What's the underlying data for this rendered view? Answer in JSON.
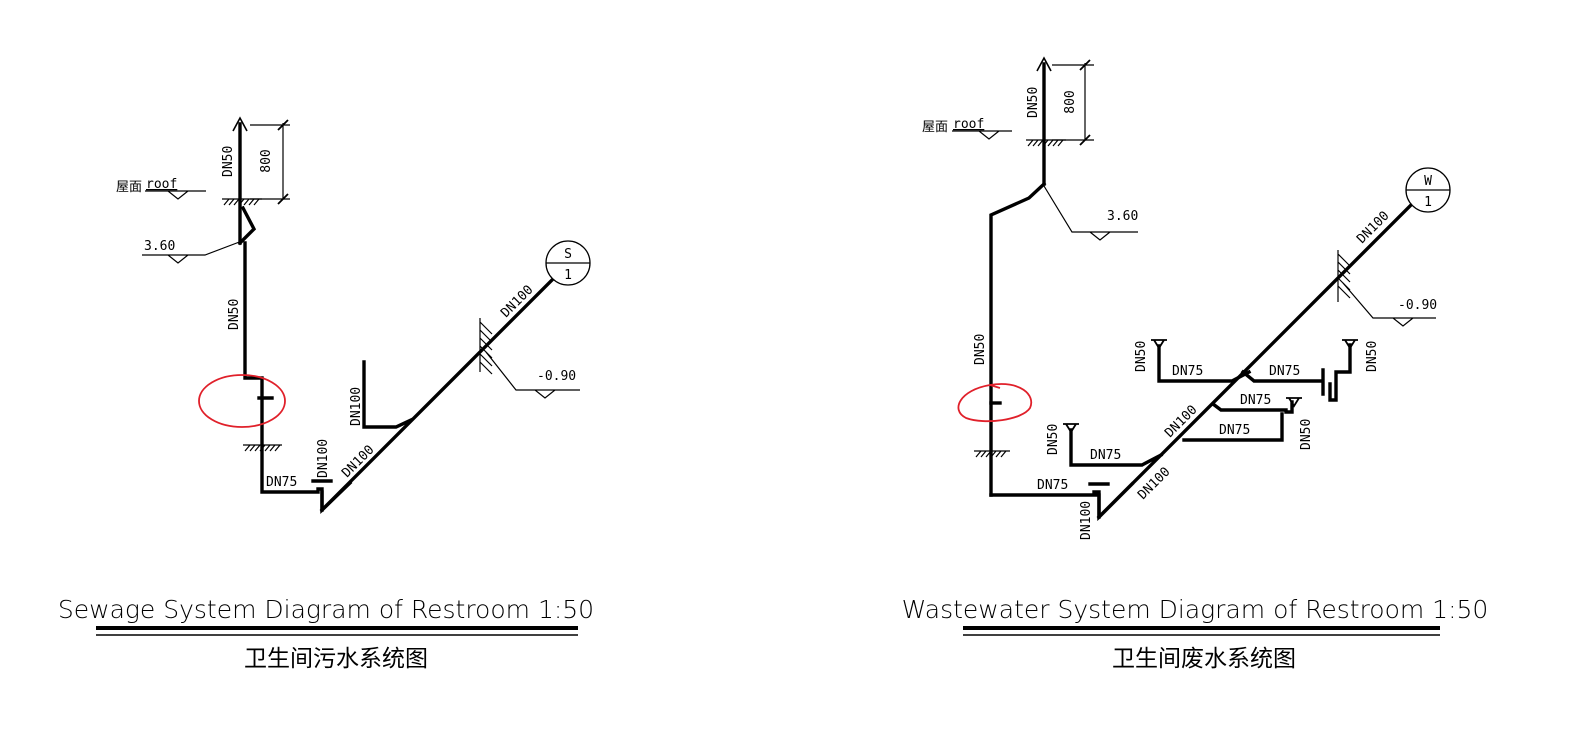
{
  "sewage": {
    "title_en": "Sewage System Diagram of Restroom 1:50",
    "title_zh": "卫生间污水系统图",
    "roof_zh": "屋面",
    "roof_en": "roof",
    "height_dim": "800",
    "elev_top": "3.60",
    "elev_bottom": "-0.90",
    "badge_letter": "S",
    "badge_number": "1",
    "labels": {
      "vent_dn": "DN50",
      "stack_dn": "DN50",
      "branch_dn": "DN75",
      "riser_dn": "DN100",
      "main_dn": "DN100",
      "upper_dn": "DN100",
      "side_dn": "DN100"
    }
  },
  "wastewater": {
    "title_en": "Wastewater System Diagram of Restroom 1:50",
    "title_zh": "卫生间废水系统图",
    "roof_zh": "屋面",
    "roof_en": "roof",
    "height_dim": "800",
    "elev_top": "3.60",
    "elev_bottom": "-0.90",
    "badge_letter": "W",
    "badge_number": "1",
    "labels": {
      "vent_dn": "DN50",
      "stack_dn": "DN50",
      "branch_dn": "DN75",
      "riser_dn": "DN100",
      "main_dn": "DN100",
      "upper_dn": "DN100",
      "mid_dn": "DN100",
      "b1_dn": "DN75",
      "b2_dn": "DN75",
      "b3_dn": "DN75",
      "b4_dn": "DN75",
      "b5_dn": "DN75",
      "f1_dn": "DN50",
      "f2_dn": "DN50",
      "f3_dn": "DN50",
      "f4_dn": "DN50"
    }
  },
  "colors": {
    "line": "#000000",
    "annotation": "#e0202a"
  }
}
